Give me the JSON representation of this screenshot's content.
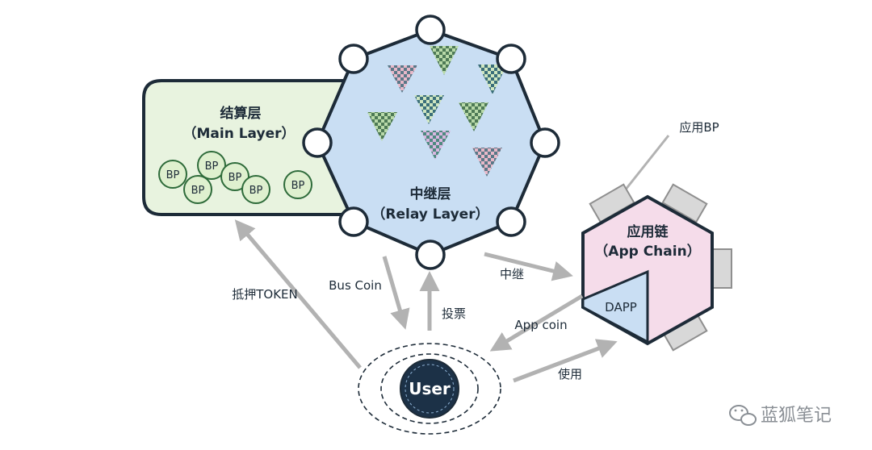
{
  "main_layer": {
    "title": "结算层",
    "subtitle": "（Main Layer）",
    "bp_label": "BP"
  },
  "relay_layer": {
    "title": "中继层",
    "subtitle": "（Relay Layer）"
  },
  "app_chain": {
    "title": "应用链",
    "subtitle": "（App Chain）",
    "dapp_label": "DAPP",
    "bp_label": "应用BP"
  },
  "user": {
    "label": "User"
  },
  "arrows": {
    "stake_token": "抵押TOKEN",
    "bus_coin": "Bus Coin",
    "vote": "投票",
    "relay": "中继",
    "app_coin": "App coin",
    "use": "使用"
  },
  "watermark": {
    "text": "蓝狐笔记",
    "icon": "wechat-icon"
  },
  "colors": {
    "outline": "#1d2b38",
    "main_fill": "#e8f3df",
    "relay_fill": "#c9def3",
    "app_fill": "#f5dcea",
    "dapp_fill": "#c9def3",
    "bp_fill": "#dff0cf",
    "bp_stroke": "#2e6b3a",
    "user_fill": "#1c3147",
    "arrow": "#b2b2b2",
    "node_side": "#d8d8d8"
  }
}
